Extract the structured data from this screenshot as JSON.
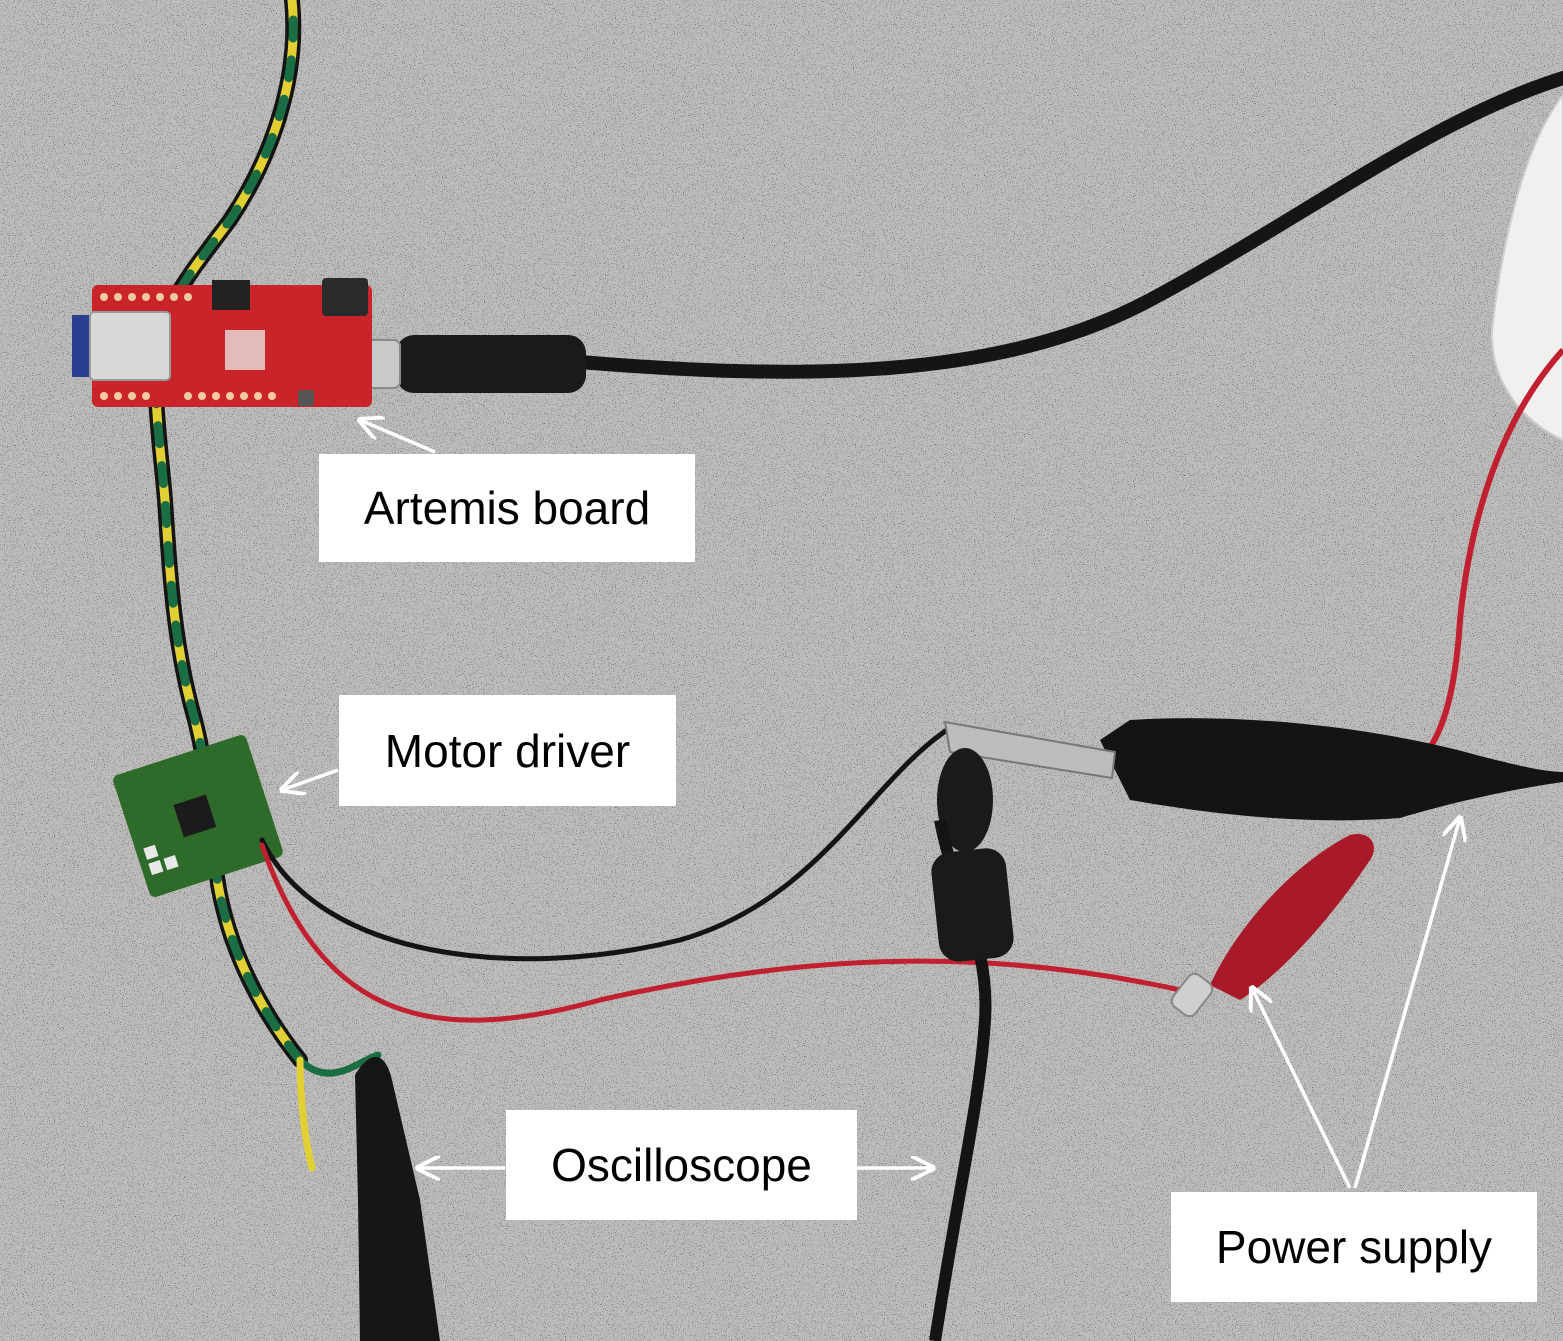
{
  "labels": {
    "artemis_board": "Artemis board",
    "motor_driver": "Motor driver",
    "oscilloscope": "Oscilloscope",
    "power_supply": "Power supply"
  },
  "colors": {
    "background": "#bdbcba",
    "label_background": "#ffffff",
    "board_red": "#c8242a",
    "driver_green": "#2e6b2a",
    "wire_red": "#c02030",
    "wire_black": "#141414",
    "wire_yellow": "#e2cf33",
    "wire_green": "#1b6e44",
    "arrow": "#ffffff"
  }
}
